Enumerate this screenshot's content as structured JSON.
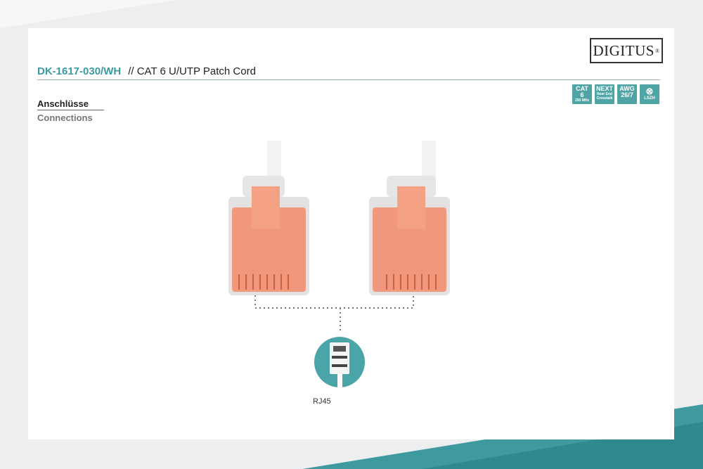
{
  "brand": {
    "logo": "DIGITUS",
    "reg": "®"
  },
  "header": {
    "code": "DK-1617-030/WH",
    "subtitle": "// CAT 6 U/UTP Patch Cord"
  },
  "badges": [
    {
      "top": "CAT",
      "mid": "6",
      "small": "250 MHz"
    },
    {
      "top": "NEXT",
      "mid": "",
      "small": "Near End Crosstalk"
    },
    {
      "top": "AWG",
      "mid": "26/7",
      "small": ""
    },
    {
      "top": "",
      "mid": "",
      "small": "LSZH",
      "icon": "no-halogen-icon"
    }
  ],
  "section": {
    "title_de": "Anschlüsse",
    "title_en": "Connections"
  },
  "connector": {
    "label": "RJ45",
    "icon": "rj45-plug-icon"
  },
  "colors": {
    "accent": "#3a9aa0",
    "badge": "#4fa5a6",
    "plug": "#f08a6a",
    "circle": "#4aa4a8"
  }
}
